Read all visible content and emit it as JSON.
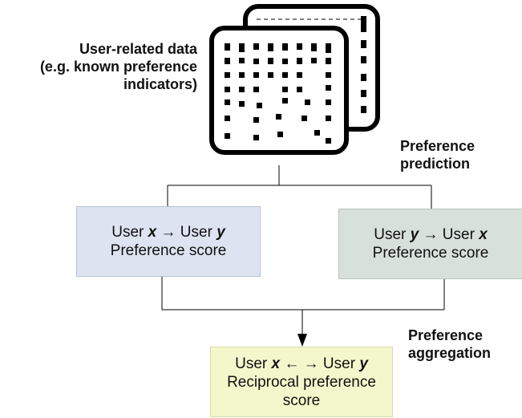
{
  "data_label": {
    "line1": "User-related data",
    "line2": "(e.g. known preference",
    "line3": "indicators)"
  },
  "prediction_label": {
    "line1": "Preference",
    "line2": "prediction"
  },
  "aggregation_label": {
    "line1": "Preference",
    "line2": "aggregation"
  },
  "box_left": {
    "user_word_a": "User",
    "var_a": "x",
    "arrow": "→",
    "user_word_b": "User",
    "var_b": "y",
    "line2": "Preference score",
    "fill": "#dde3f0"
  },
  "box_right": {
    "user_word_a": "User",
    "var_a": "y",
    "arrow": "→",
    "user_word_b": "User",
    "var_b": "x",
    "line2": "Preference score",
    "fill": "#d8e0dc"
  },
  "box_bottom": {
    "user_word_a": "User",
    "var_a": "x",
    "arrow": "← →",
    "user_word_b": "User",
    "var_b": "y",
    "line2": "Reciprocal preference",
    "line3": "score",
    "fill": "#f4f7cc"
  },
  "colors": {
    "line": "#000000",
    "document_stroke": "#000000"
  },
  "icons": {
    "data_matrix": "data-matrix-icon",
    "connector_arrow": "arrow-down-icon"
  }
}
